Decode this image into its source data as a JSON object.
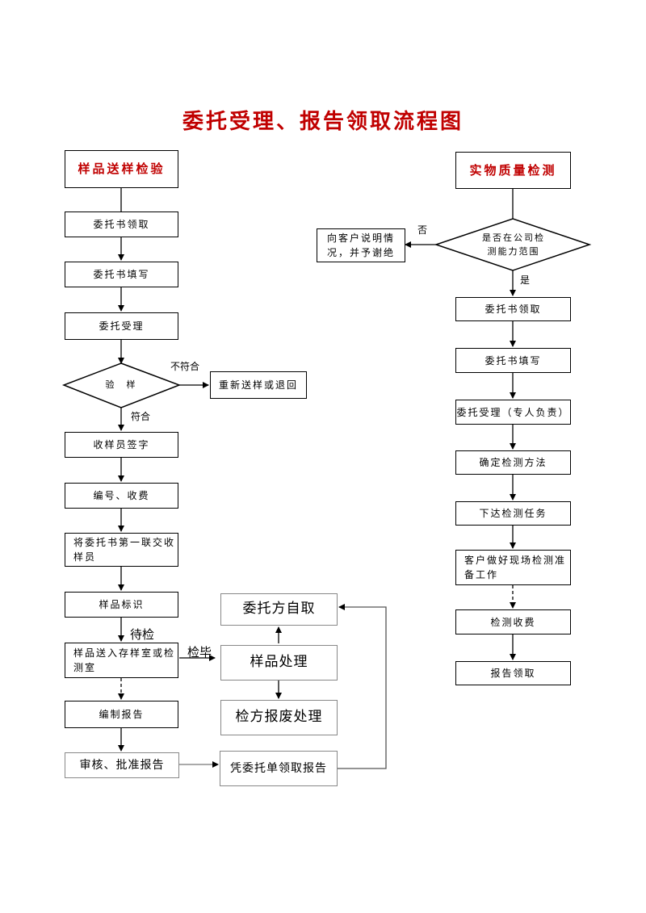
{
  "title": "委托受理、报告领取流程图",
  "left": {
    "head": "样品送样检验",
    "steps": [
      "委托书领取",
      "委托书填写",
      "委托受理"
    ],
    "decision": "验　样",
    "no_label": "不符合",
    "reject_box": "重新送样或退回",
    "yes_label": "符合",
    "steps2": [
      "收样员签字",
      "编号、收费",
      "将委托书第一联交收样员",
      "样品标识",
      "样品送入存样室或检测室",
      "编制报告",
      "审核、批准报告"
    ]
  },
  "middle": {
    "wait_label": "待检",
    "done_label": "检毕",
    "self_pickup": "委托方自取",
    "sample_handling": "样品处理",
    "disposal": "检方报废处理",
    "collect_report": "凭委托单领取报告"
  },
  "right": {
    "head": "实物质量检测",
    "decision": "是否在公司检测能力范围",
    "no_label": "否",
    "reject_box": "向客户说明情况，并予谢绝",
    "yes_label": "是",
    "steps": [
      "委托书领取",
      "委托书填写",
      "委托受理（专人负责）",
      "确定检测方法",
      "下达检测任务",
      "客户做好现场检测准备工作",
      "检测收费",
      "报告领取"
    ]
  }
}
